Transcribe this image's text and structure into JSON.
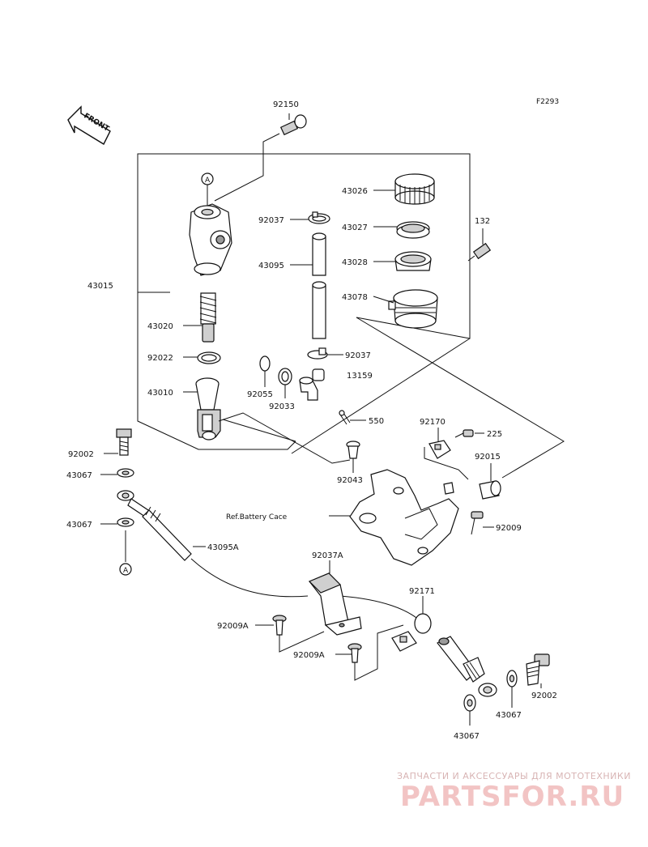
{
  "figure": {
    "code": "F2293",
    "front_label": "FRONT",
    "ref_note": "Ref.Battery Cace",
    "group_label": "43015",
    "circle_marker": "A"
  },
  "parts": {
    "p92150": "92150",
    "p43026": "43026",
    "p92037_top": "92037",
    "p43027": "43027",
    "p132": "132",
    "p43095": "43095",
    "p43028": "43028",
    "p43078": "43078",
    "p43020": "43020",
    "p92022": "92022",
    "p92037_mid": "92037",
    "p13159": "13159",
    "p43010": "43010",
    "p92055": "92055",
    "p92033": "92033",
    "p550": "550",
    "p92170": "92170",
    "p225": "225",
    "p92002_left": "92002",
    "p92015": "92015",
    "p43067_a": "43067",
    "p92043": "92043",
    "p92009": "92009",
    "p43067_b": "43067",
    "p43095a": "43095A",
    "p92037a": "92037A",
    "p92171": "92171",
    "p92009a_1": "92009A",
    "p92009a_2": "92009A",
    "p92002_right": "92002",
    "p43067_c": "43067",
    "p43067_d": "43067"
  },
  "watermark": {
    "tagline": "ЗАПЧАСТИ И АКСЕССУАРЫ ДЛЯ МОТОТЕХНИКИ",
    "brand": "PARTSFOR.RU"
  }
}
